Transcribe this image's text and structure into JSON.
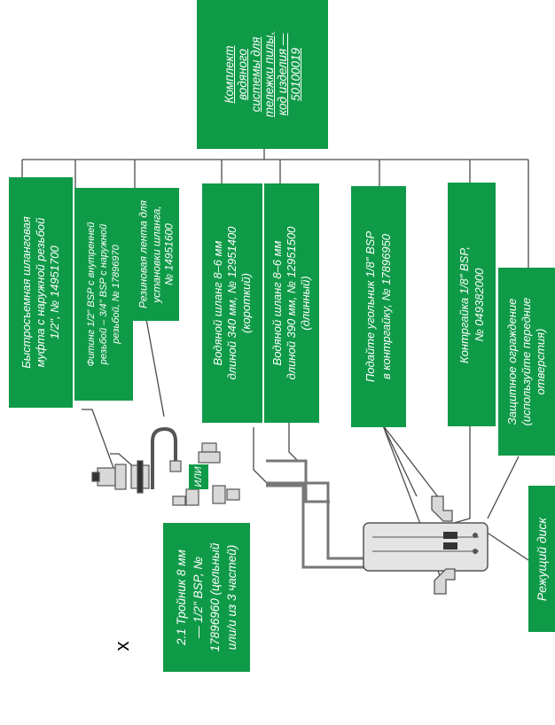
{
  "labels": {
    "kit": "Комплект\nводяного\nсистемы для\nтележки пилы,\nкод изделия —\n50100019",
    "coupling": "Быстросъемная шланговая\nмуфта с наружной резьбой\n1/2\",  № 14951700",
    "fitting": "Фитинг 1/2\" BSP с внутренней\nрезьбой – 3/4\" BSP с наружной\nрезьбой, № 17896970",
    "tape": "Резиновая лента для\nустановки шланга,\n№ 14951600",
    "hose_short": "Водяной шланг 8–6 мм\nдлиной 340 мм, № 12951400\n(короткий)",
    "hose_long": "Водяной шланг 8–6 мм\nдлиной 390 мм, № 12951500\n(длинный)",
    "elbow": "Подайте угольник 1/8\" BSP\nв контргайку, № 17896950",
    "nut": "Контргайка 1/8\" BSP,\n№ 049382000",
    "guard": "Защитное ограждение\n(используйте передние\nотверстия)",
    "disc": "Режущий диск",
    "ili": "ИЛИ",
    "tee": "2.1 Тройник 8 мм\n— 1/2\" BSP, №\n17896960 (цельный\nили/и из 3 частей)",
    "mark": "x"
  },
  "colors": {
    "label_bg": "#0f9a48",
    "label_text": "#ffffff",
    "line": "#4a4a4a",
    "part_fill": "#d8d8d8",
    "part_stroke": "#555555"
  }
}
